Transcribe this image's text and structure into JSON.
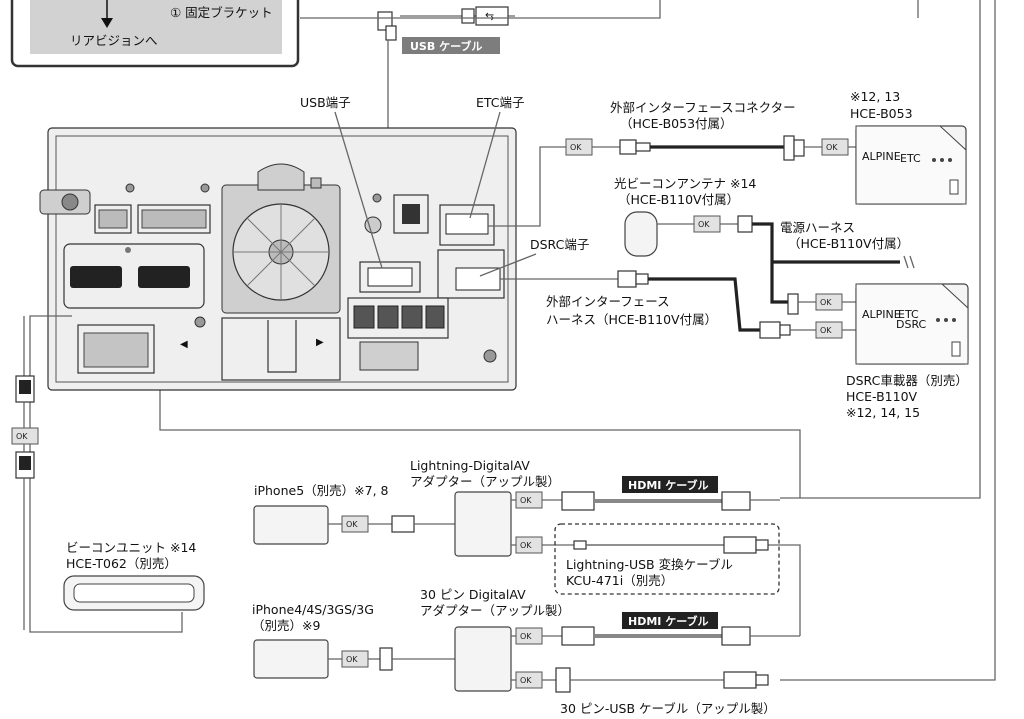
{
  "header_box": {
    "bracket_label": "① 固定ブラケット",
    "rear_vision_label": "リアビジョンへ"
  },
  "cables": {
    "usb_cable": "USB ケーブル",
    "hdmi_cable_1": "HDMI ケーブル",
    "hdmi_cable_2": "HDMI ケーブル",
    "lightning_usb_1": "Lightning-USB 変換ケーブル",
    "lightning_usb_2": "KCU-471i（別売）",
    "pin30_usb": "30 ピン-USB ケーブル（アップル製）"
  },
  "ports": {
    "usb": "USB端子",
    "etc": "ETC端子",
    "dsrc": "DSRC端子"
  },
  "connectors": {
    "ext_interface_connector_1": "外部インターフェースコネクター",
    "ext_interface_connector_2": "（HCE-B053付属）",
    "beacon_antenna_1": "光ビーコンアンテナ ※14",
    "beacon_antenna_2": "（HCE-B110V付属）",
    "power_harness_1": "電源ハーネス",
    "power_harness_2": "（HCE-B110V付属）",
    "ext_interface_harness_1": "外部インターフェース",
    "ext_interface_harness_2": "ハーネス（HCE-B110V付属）"
  },
  "devices": {
    "etc_unit_note": "※12, 13",
    "etc_unit_model": "HCE-B053",
    "dsrc_unit_1": "DSRC車載器（別売）",
    "dsrc_unit_2": "HCE-B110V",
    "dsrc_unit_3": "※12, 14, 15",
    "beacon_unit_1": "ビーコンユニット ※14",
    "beacon_unit_2": "HCE-T062（別売）",
    "iphone5": "iPhone5（別売）※7, 8",
    "iphone4_1": "iPhone4/4S/3GS/3G",
    "iphone4_2": "（別売）※9",
    "lightning_adapter_1": "Lightning-DigitalAV",
    "lightning_adapter_2": "アダプター（アップル製）",
    "pin30_adapter_1": "30 ピン DigitalAV",
    "pin30_adapter_2": "アダプター（アップル製）",
    "etc_face_text": "ETC",
    "etc_brand_text": "ALPINE",
    "dsrc_face_1": "ETC",
    "dsrc_face_2": "DSRC",
    "dsrc_brand_text": "ALPINE"
  },
  "ok_mark": "OK"
}
